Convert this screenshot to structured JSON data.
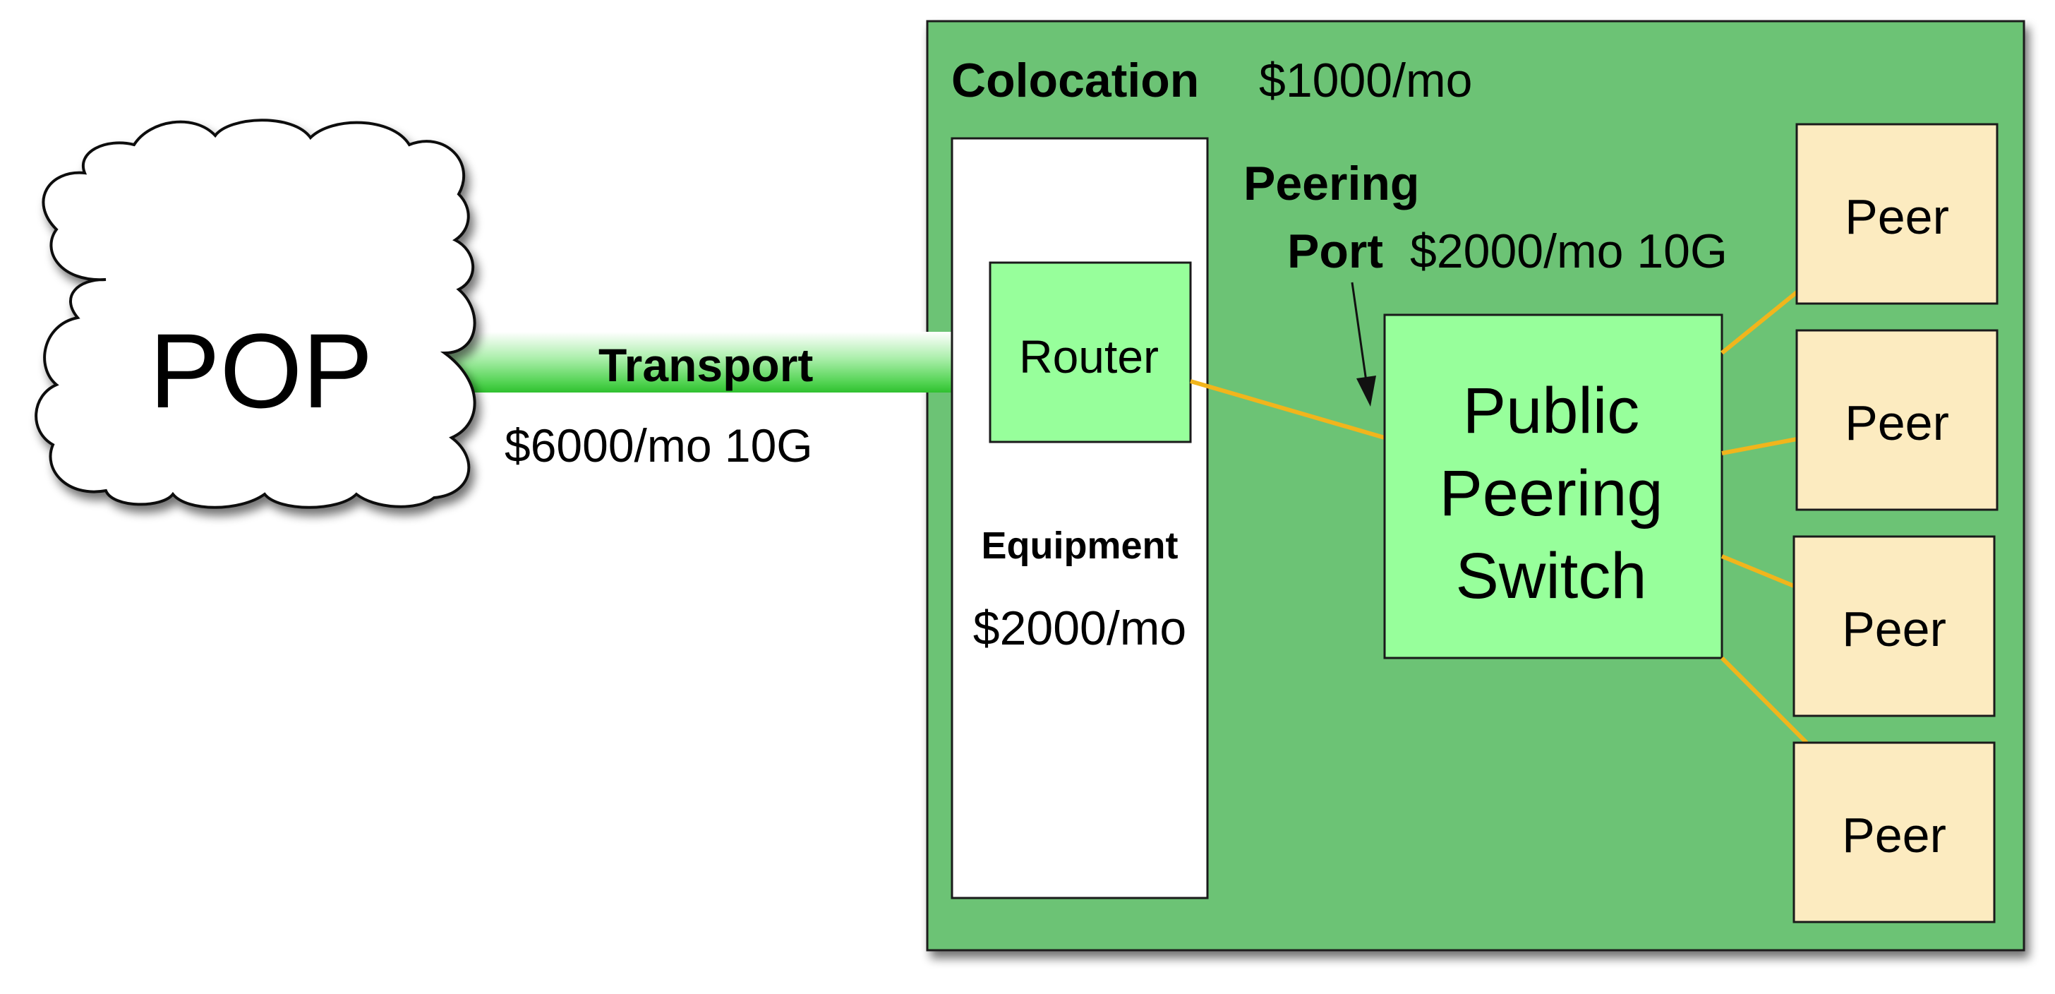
{
  "pop": {
    "label": "POP"
  },
  "transport": {
    "title": "Transport",
    "cost": "$6000/mo 10G"
  },
  "colocation": {
    "title": "Colocation",
    "cost": "$1000/mo"
  },
  "equipment": {
    "title": "Equipment",
    "cost": "$2000/mo"
  },
  "router": {
    "label": "Router"
  },
  "peering_port": {
    "title_line1": "Peering",
    "title_line2": "Port",
    "cost": "$2000/mo 10G"
  },
  "switch": {
    "label": "Public Peering Switch"
  },
  "peers": [
    {
      "label": "Peer"
    },
    {
      "label": "Peer"
    },
    {
      "label": "Peer"
    },
    {
      "label": "Peer"
    }
  ],
  "colors": {
    "colocation_fill": "#6CC375",
    "device_fill": "#97FF9B",
    "peer_fill": "#FCEBC0",
    "link_line": "#F1B51C",
    "transport_green": "#4FD24F"
  }
}
